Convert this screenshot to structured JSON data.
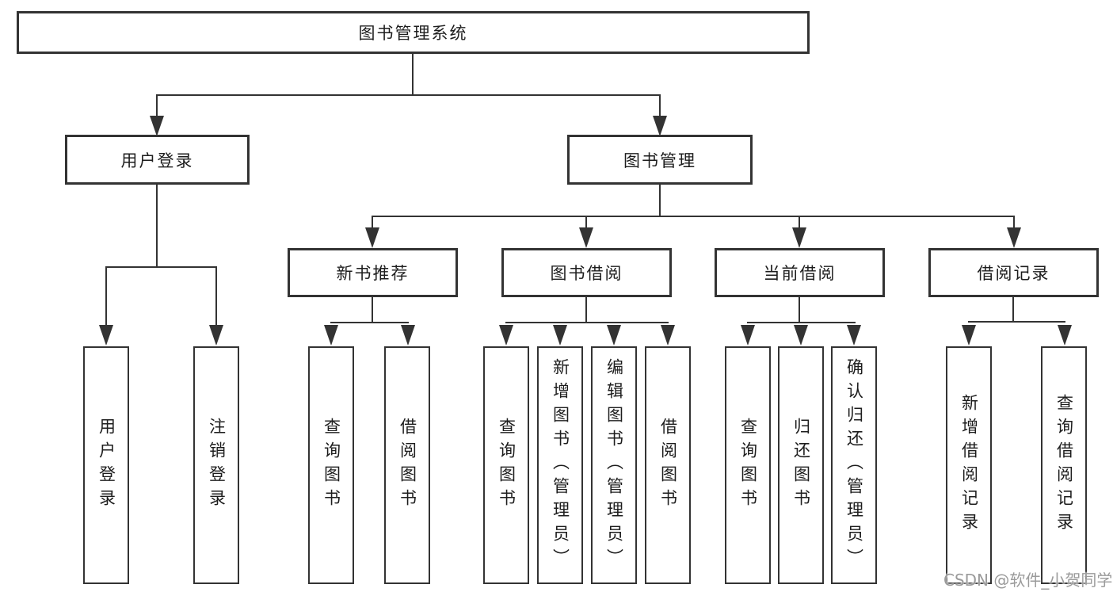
{
  "diagram": {
    "title_node": {
      "label": "图书管理系统"
    },
    "level1": [
      {
        "label": "用户登录"
      },
      {
        "label": "图书管理"
      }
    ],
    "level2": [
      {
        "label": "新书推荐"
      },
      {
        "label": "图书借阅"
      },
      {
        "label": "当前借阅"
      },
      {
        "label": "借阅记录"
      }
    ],
    "leaves": [
      {
        "label": "用户登录"
      },
      {
        "label": "注销登录"
      },
      {
        "label": "查询图书"
      },
      {
        "label": "借阅图书"
      },
      {
        "label": "查询图书"
      },
      {
        "label": "新增图书（管理员）"
      },
      {
        "label": "编辑图书（管理员）"
      },
      {
        "label": "借阅图书"
      },
      {
        "label": "查询图书"
      },
      {
        "label": "归还图书"
      },
      {
        "label": "确认归还（管理员）"
      },
      {
        "label": "新增借阅记录"
      },
      {
        "label": "查询借阅记录"
      }
    ],
    "colors": {
      "line": "#333333",
      "box_border": "#333333",
      "text": "#1d1d1d",
      "watermark": "#9b9b9b",
      "background": "#ffffff"
    }
  },
  "watermark": {
    "text": "CSDN @软件_小贺同学"
  }
}
